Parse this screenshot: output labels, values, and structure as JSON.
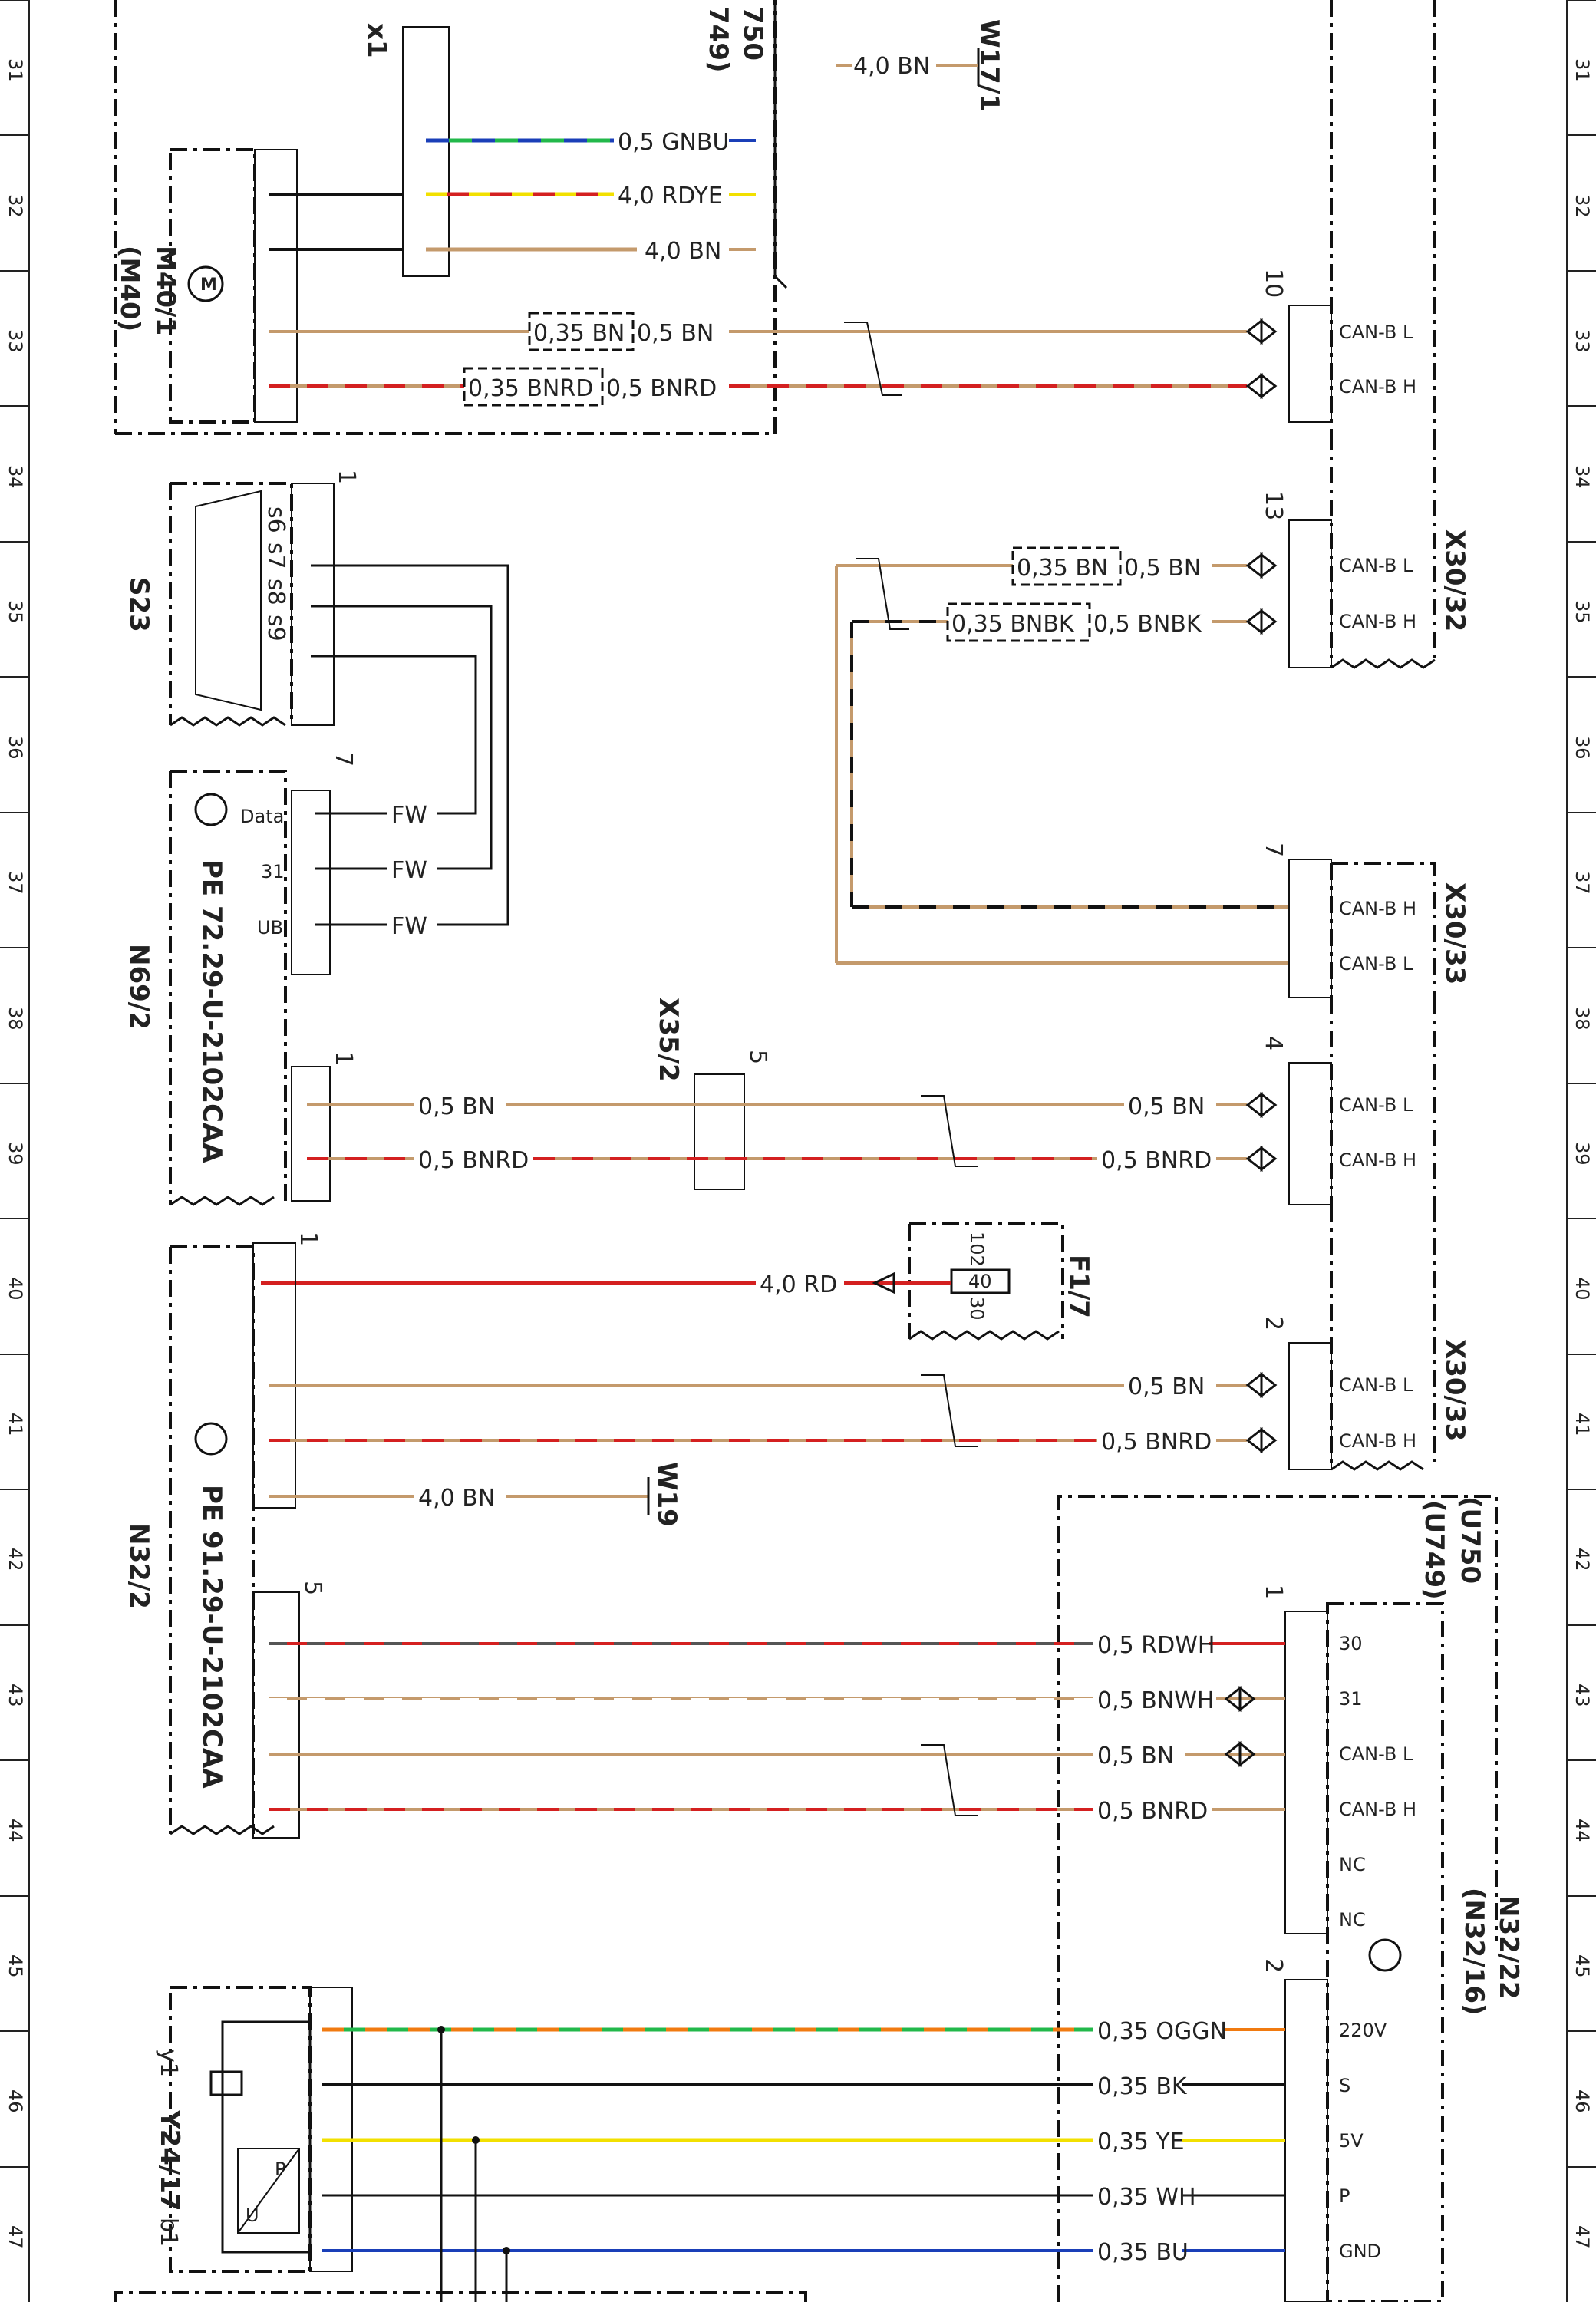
{
  "grid": {
    "rows": [
      "31",
      "32",
      "33",
      "34",
      "35",
      "36",
      "37",
      "38",
      "39",
      "40",
      "41",
      "42",
      "43",
      "44",
      "45",
      "46",
      "47"
    ]
  },
  "components": {
    "x1": "x1",
    "u750_top": "750",
    "u749_top": "749)",
    "w17_1": "W17/1",
    "m40_1": "M40/1",
    "m40": "(M40)",
    "s23": "S23",
    "n69_2": "N69/2",
    "n69_2_pe": "PE 72.29-U-2102CAA",
    "x35_2": "X35/2",
    "f1_7": "F1/7",
    "n32_2": "N32/2",
    "n32_2_pe": "PE 91.29-U-2102CAA",
    "w19": "W19",
    "x30_32": "X30/32",
    "x30_33a": "X30/33",
    "x30_33b": "X30/33",
    "u750": "(U750",
    "u749": "(U749)",
    "n32_22": "N32/22",
    "n32_16": "(N32/16)",
    "y24_17": "Y24/17",
    "y1": "y1",
    "b1": "b1"
  },
  "connectors": {
    "x1_num": "",
    "m40_num": "10",
    "x30_32_num": "13",
    "s23_num": "1",
    "n69_num": "7",
    "x30_33a_num": "7",
    "n69b_num": "1",
    "x35_num": "5",
    "x30_33b_num": "4",
    "n32_num": "1",
    "x30_33c_num": "2",
    "n32b_num": "5",
    "u750_num": "1",
    "u750b_num": "2",
    "f17_102": "102",
    "f17_40": "40",
    "f17_30": "30"
  },
  "wires": {
    "w1": "4,0 BN",
    "w2": "0,5 GNBU",
    "w3": "4,0 RDYE",
    "w4": "4,0 BN",
    "w5a": "0,35 BN",
    "w5b": "0,5 BN",
    "w6a": "0,35 BNRD",
    "w6b": "0,5 BNRD",
    "w7a": "0,35 BN",
    "w7b": "0,5 BN",
    "w8a": "0,35 BNBK",
    "w8b": "0,5 BNBK",
    "fw1": "FW",
    "fw2": "FW",
    "fw3": "FW",
    "w9a": "0,5 BN",
    "w9b": "0,5 BN",
    "w10a": "0,5 BNRD",
    "w10b": "0,5 BNRD",
    "w11": "4,0 RD",
    "w12": "0,5 BN",
    "w13": "0,5 BNRD",
    "w14": "4,0 BN",
    "w15": "0,5 RDWH",
    "w16": "0,5 BNWH",
    "w17": "0,5 BN",
    "w18": "0,5 BNRD",
    "w19": "0,35 OGGN",
    "w20": "0,35 BK",
    "w21": "0,35 YE",
    "w22": "0,35 WH",
    "w23": "0,35 BU"
  },
  "pins": {
    "can_bl": "CAN-B L",
    "can_bh": "CAN-B H",
    "p30": "30",
    "p31": "31",
    "nc": "NC",
    "v220": "220V",
    "s": "S",
    "v5": "5V",
    "p": "P",
    "gnd": "GND",
    "data": "Data",
    "n31": "31",
    "ub": "UB",
    "s6": "s6",
    "s7": "s7",
    "s8": "s8",
    "s9": "s9",
    "pU": "U",
    "pP": "P"
  },
  "colors": {
    "BN": "#c49a6c",
    "RD": "#d42020",
    "GN": "#22b84a",
    "BU": "#1a3fb8",
    "YE": "#f2e000",
    "BK": "#111111",
    "WH": "#ffffff",
    "OG": "#f07a10"
  }
}
